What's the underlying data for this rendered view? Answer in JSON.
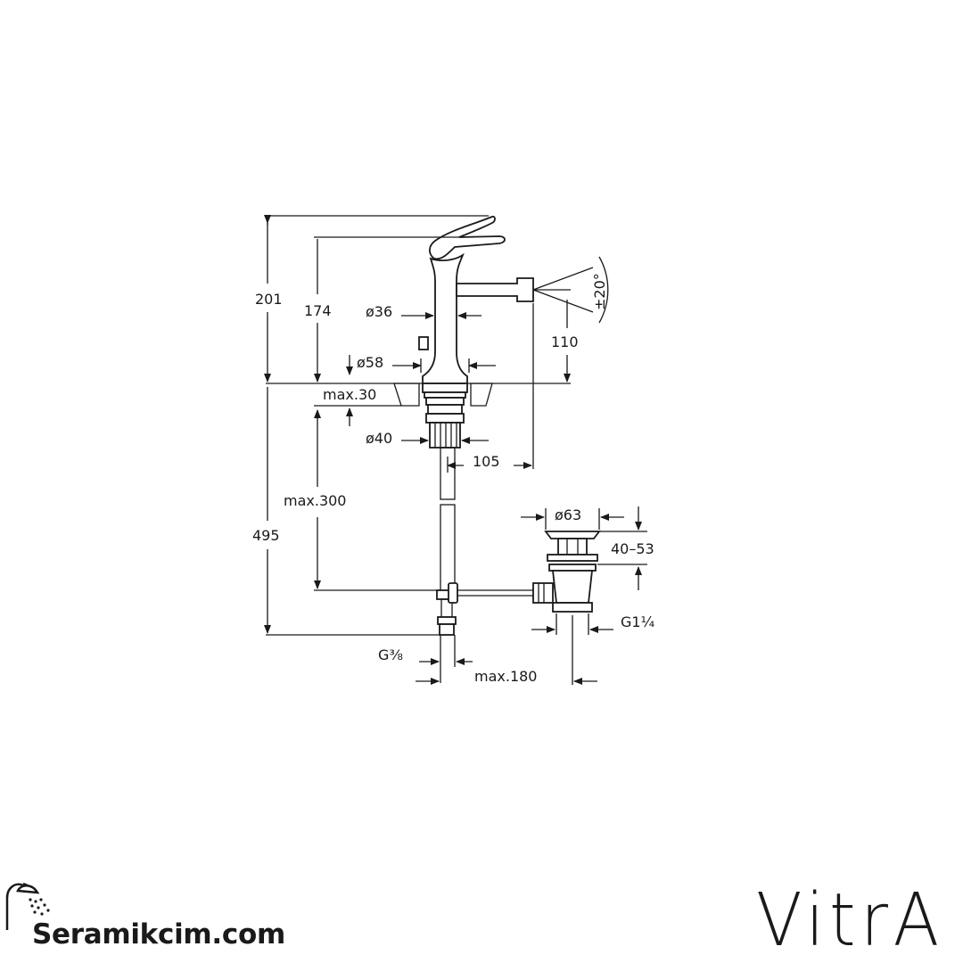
{
  "dimensions": {
    "total_height": "201",
    "lever_height": "174",
    "body_diameter": "ø36",
    "base_diameter": "ø58",
    "counter_thickness": "max.30",
    "shank_diameter": "ø40",
    "spout_projection": "105",
    "spout_height": "110",
    "spout_angle": "±20°",
    "hose_length": "max.300",
    "installed_height": "495",
    "inlet_thread": "G⅜",
    "waste_diameter": "ø63",
    "waste_range": "40–53",
    "waste_thread": "G1¼",
    "pull_rod_length": "max.180"
  },
  "branding": {
    "seller": "Seramikcim.com",
    "manufacturer": "VitrA"
  },
  "icons": {
    "seller_logo": "shower-head-icon"
  }
}
